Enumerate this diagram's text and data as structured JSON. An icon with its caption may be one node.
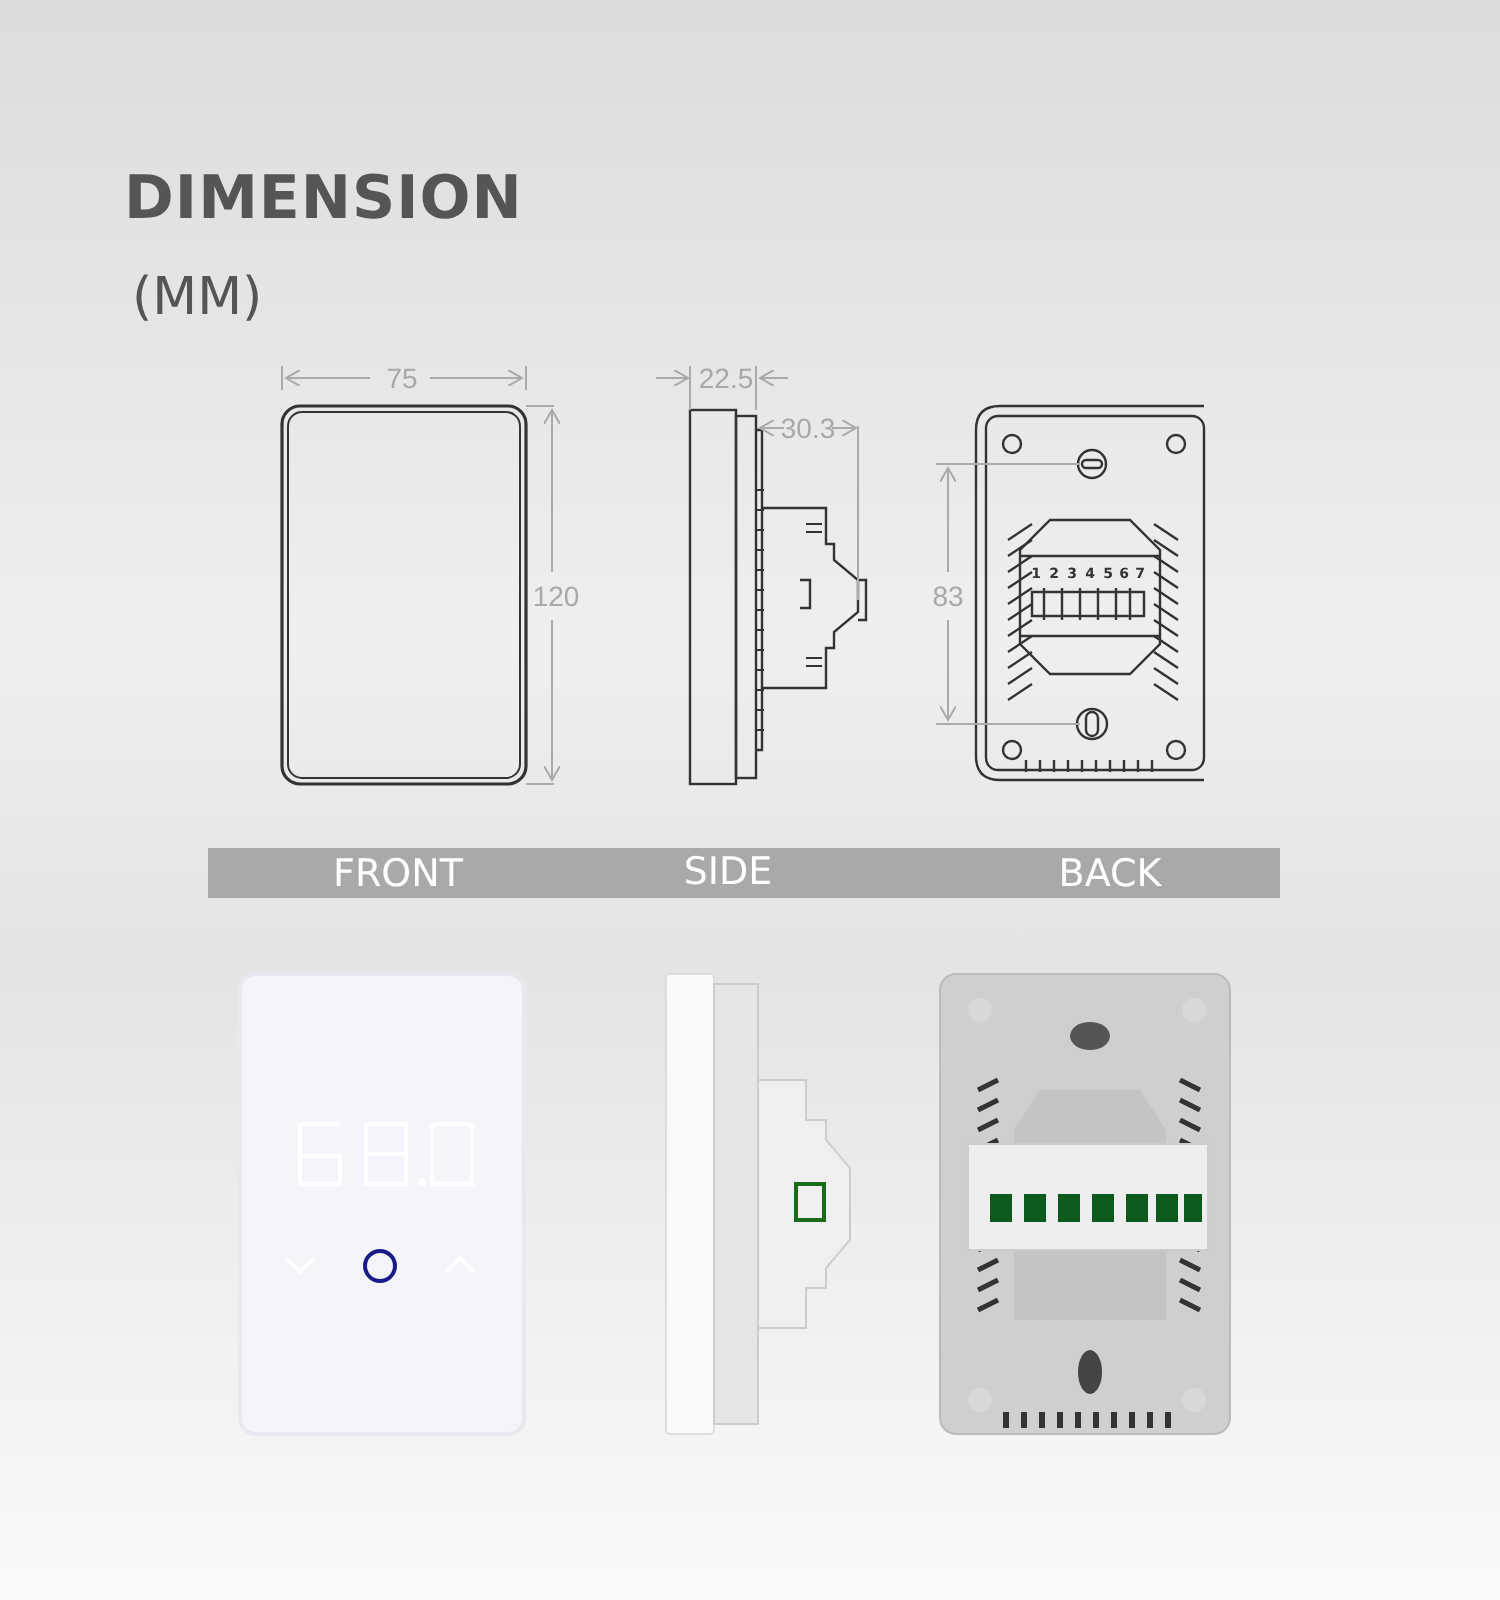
{
  "diagram": {
    "title": "DIMENSION",
    "labels": [
      "(MM)",
      "75",
      "22.5",
      "30.3",
      "120",
      "83",
      "1",
      "2",
      "3",
      "4",
      "5",
      "6",
      "7",
      "FRONT",
      "SIDE",
      "BACK"
    ]
  }
}
